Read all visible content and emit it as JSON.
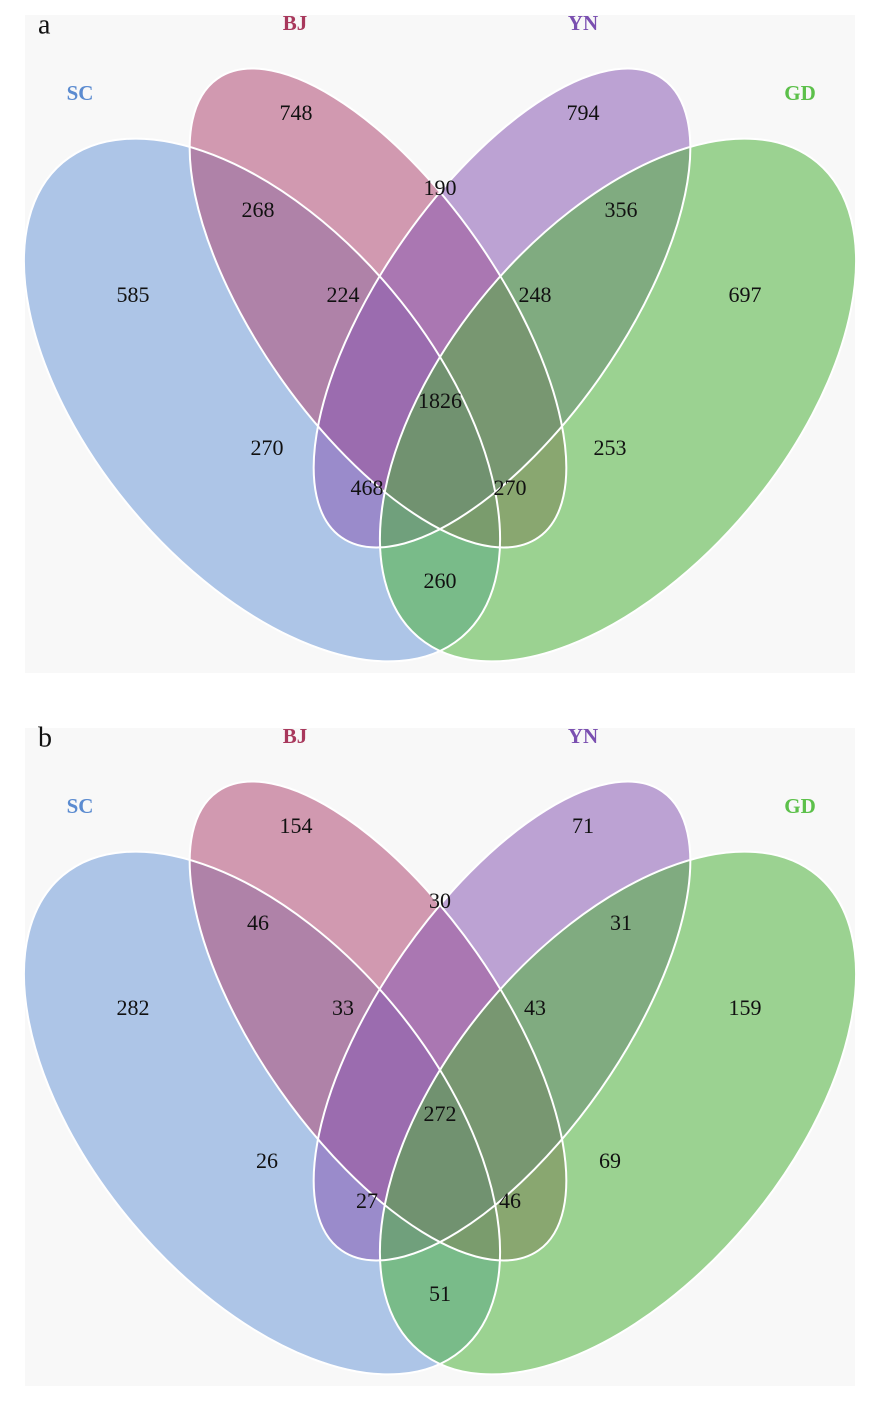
{
  "chart_data": [
    {
      "type": "venn",
      "panel": "a",
      "sets": [
        {
          "id": "SC",
          "label": "SC",
          "color": "#6f9ad8",
          "text_color": "#5b8bd0"
        },
        {
          "id": "BJ",
          "label": "BJ",
          "color": "#b04a74",
          "text_color": "#a8385c"
        },
        {
          "id": "YN",
          "label": "YN",
          "color": "#8a5bb5",
          "text_color": "#7a4fb0"
        },
        {
          "id": "GD",
          "label": "GD",
          "color": "#4fb33d",
          "text_color": "#5cc04a"
        }
      ],
      "regions": [
        {
          "id": "SC",
          "value": "585"
        },
        {
          "id": "BJ",
          "value": "748"
        },
        {
          "id": "YN",
          "value": "794"
        },
        {
          "id": "GD",
          "value": "697"
        },
        {
          "id": "SC_BJ",
          "value": "268"
        },
        {
          "id": "BJ_YN",
          "value": "190"
        },
        {
          "id": "YN_GD",
          "value": "356"
        },
        {
          "id": "SC_BJ_YN",
          "value": "224"
        },
        {
          "id": "BJ_YN_GD",
          "value": "248"
        },
        {
          "id": "SC_BJ_YN_GD",
          "value": "1826"
        },
        {
          "id": "SC_YN",
          "value": "270"
        },
        {
          "id": "BJ_GD",
          "value": "253"
        },
        {
          "id": "SC_YN_GD",
          "value": "468"
        },
        {
          "id": "SC_BJ_GD",
          "value": "270"
        },
        {
          "id": "SC_GD",
          "value": "260"
        }
      ]
    },
    {
      "type": "venn",
      "panel": "b",
      "sets": [
        {
          "id": "SC",
          "label": "SC",
          "color": "#6f9ad8",
          "text_color": "#5b8bd0"
        },
        {
          "id": "BJ",
          "label": "BJ",
          "color": "#b04a74",
          "text_color": "#a8385c"
        },
        {
          "id": "YN",
          "label": "YN",
          "color": "#8a5bb5",
          "text_color": "#7a4fb0"
        },
        {
          "id": "GD",
          "label": "GD",
          "color": "#4fb33d",
          "text_color": "#5cc04a"
        }
      ],
      "regions": [
        {
          "id": "SC",
          "value": "282"
        },
        {
          "id": "BJ",
          "value": "154"
        },
        {
          "id": "YN",
          "value": "71"
        },
        {
          "id": "GD",
          "value": "159"
        },
        {
          "id": "SC_BJ",
          "value": "46"
        },
        {
          "id": "BJ_YN",
          "value": "30"
        },
        {
          "id": "YN_GD",
          "value": "31"
        },
        {
          "id": "SC_BJ_YN",
          "value": "33"
        },
        {
          "id": "BJ_YN_GD",
          "value": "43"
        },
        {
          "id": "SC_BJ_YN_GD",
          "value": "272"
        },
        {
          "id": "SC_YN",
          "value": "26"
        },
        {
          "id": "BJ_GD",
          "value": "69"
        },
        {
          "id": "SC_YN_GD",
          "value": "27"
        },
        {
          "id": "SC_BJ_GD",
          "value": "46"
        },
        {
          "id": "SC_GD",
          "value": "51"
        }
      ]
    }
  ]
}
